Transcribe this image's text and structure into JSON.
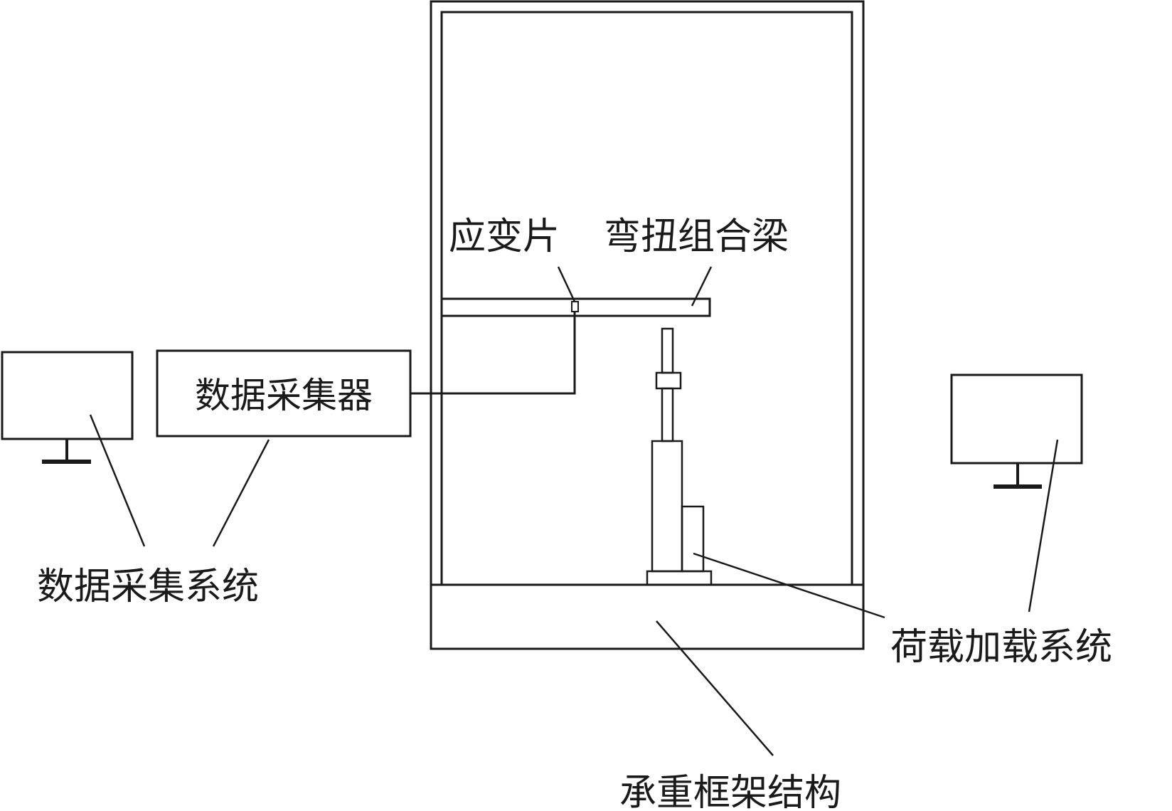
{
  "labels": {
    "strain_gauge": "应变片",
    "beam": "弯扭组合梁",
    "data_collector": "数据采集器",
    "data_acquisition_system": "数据采集系统",
    "load_system": "荷载加载系统",
    "frame_structure": "承重框架结构"
  }
}
